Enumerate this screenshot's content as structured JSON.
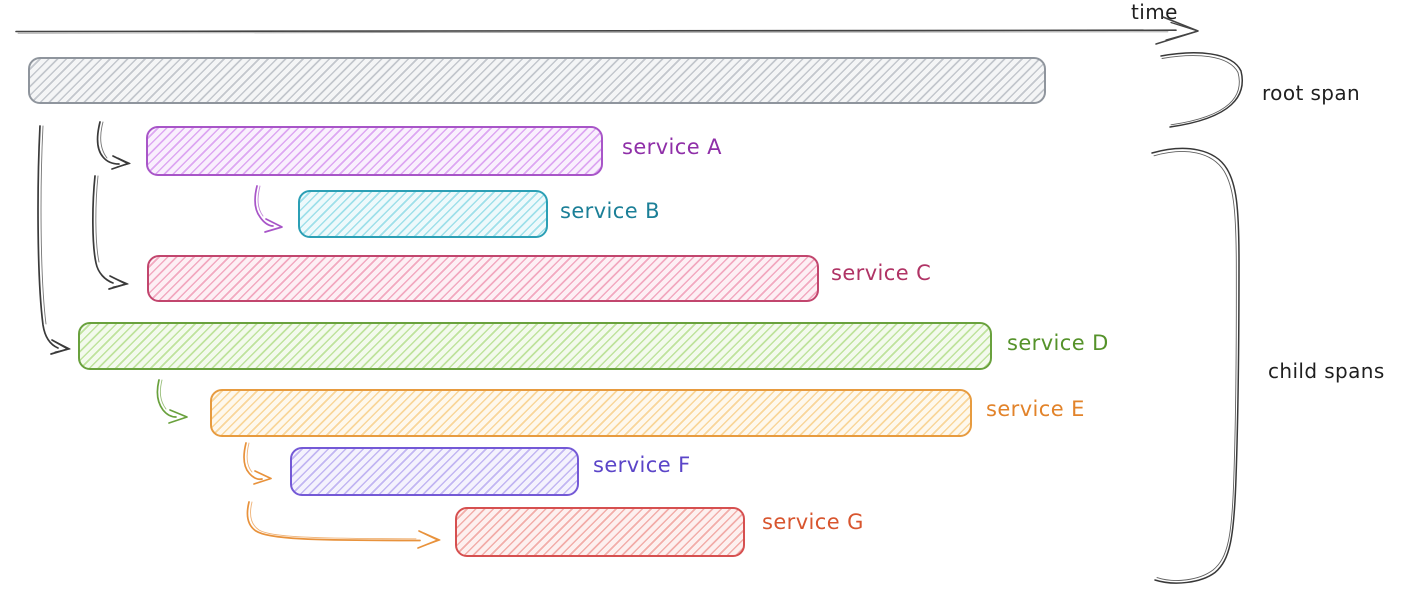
{
  "diagram": {
    "axis_label": "time",
    "root_brace_label": "root span",
    "child_brace_label": "child spans"
  },
  "spans": [
    {
      "id": "root",
      "label": "",
      "border_color": "#8f959d",
      "fill_color": "#c3c7cd",
      "label_color": "#2b2b2b"
    },
    {
      "id": "service-a",
      "label": "service A",
      "border_color": "#a855c8",
      "fill_color": "#dda7f2",
      "label_color": "#8f2fa8"
    },
    {
      "id": "service-b",
      "label": "service B",
      "border_color": "#2b9fb5",
      "fill_color": "#9fe0ea",
      "label_color": "#1b7f97"
    },
    {
      "id": "service-c",
      "label": "service C",
      "border_color": "#c2466e",
      "fill_color": "#f2a9c0",
      "label_color": "#b03365"
    },
    {
      "id": "service-d",
      "label": "service D",
      "border_color": "#69a13d",
      "fill_color": "#bfe39d",
      "label_color": "#55922a"
    },
    {
      "id": "service-e",
      "label": "service E",
      "border_color": "#e79b3f",
      "fill_color": "#f9d69a",
      "label_color": "#e2832a"
    },
    {
      "id": "service-f",
      "label": "service F",
      "border_color": "#7459d6",
      "fill_color": "#c2b6f2",
      "label_color": "#5b45c8"
    },
    {
      "id": "service-g",
      "label": "service G",
      "border_color": "#d65050",
      "fill_color": "#f2ada9",
      "label_color": "#d8552e"
    }
  ],
  "connectors": [
    {
      "id": "time-axis",
      "color": "#444444"
    },
    {
      "id": "root-to-a",
      "color": "#3a3a3a"
    },
    {
      "id": "root-to-c",
      "color": "#3a3a3a"
    },
    {
      "id": "root-to-d",
      "color": "#3a3a3a"
    },
    {
      "id": "a-to-b",
      "color": "#a855c8"
    },
    {
      "id": "d-to-e",
      "color": "#69a13d"
    },
    {
      "id": "e-to-f",
      "color": "#e8923c"
    },
    {
      "id": "e-to-g",
      "color": "#e8923c"
    },
    {
      "id": "root-brace",
      "color": "#383838"
    },
    {
      "id": "child-brace",
      "color": "#383838"
    }
  ]
}
